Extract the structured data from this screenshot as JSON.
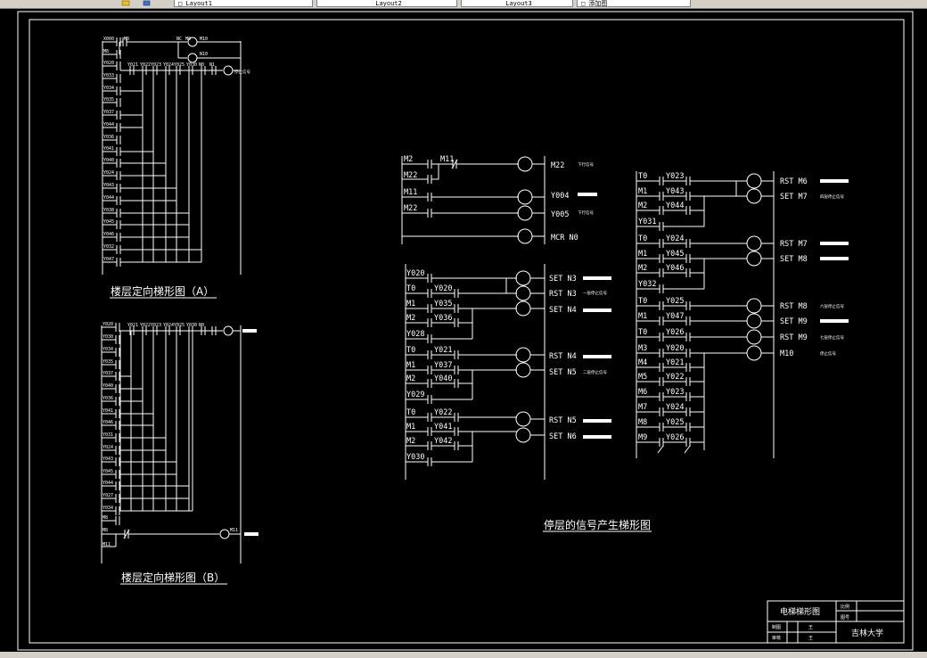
{
  "tabs": [
    {
      "label": "□ Layout1"
    },
    {
      "label": "Layout2"
    },
    {
      "label": "Layout3"
    },
    {
      "label": "□ 添加图"
    }
  ],
  "captions": {
    "diagram_a": "楼层定向梯形图（A）",
    "diagram_b": "楼层定向梯形图（B）",
    "diagram_c": "停层的信号产生梯形图"
  },
  "diagram_a": {
    "labels": [
      "X000",
      "M8",
      "Y020",
      "Y033",
      "Y034",
      "Y035",
      "Y037",
      "Y044",
      "Y036",
      "Y041",
      "Y040",
      "Y024",
      "Y043",
      "Y044",
      "Y038",
      "Y045",
      "Y046",
      "Y032",
      "Y047"
    ],
    "contacts": [
      "M3",
      "NC",
      "M0",
      "M10",
      "N10",
      "Y021",
      "Y022",
      "Y023",
      "Y024",
      "Y025",
      "Y030",
      "N0",
      "N1"
    ],
    "coil_note": "停止信号"
  },
  "diagram_b": {
    "labels": [
      "Y020",
      "Y030",
      "Y034",
      "Y035",
      "Y037",
      "Y040",
      "Y036",
      "Y041",
      "Y046",
      "Y031",
      "Y024",
      "Y043",
      "Y045",
      "Y044",
      "Y027",
      "Y034",
      "M8",
      "M11"
    ],
    "contacts": [
      "Y021",
      "Y022",
      "Y023",
      "Y024",
      "Y025",
      "Y030",
      "N0",
      "M8",
      "M11"
    ]
  },
  "ladder_mid": {
    "rung1": {
      "contacts": [
        "M2",
        "M22",
        "M11"
      ],
      "coil": "M22",
      "note": "下行信号"
    },
    "rung2": {
      "contact": "M11",
      "coil": "Y004"
    },
    "rung3": {
      "contact": "M22",
      "coil": "Y005",
      "note": "下行信号"
    },
    "rung4": {
      "coil": "MCR N0"
    },
    "block1": {
      "contacts": [
        "Y020",
        "T0",
        "Y020",
        "M1",
        "Y035",
        "M2",
        "Y036",
        "Y028"
      ],
      "coils": [
        "SET N3",
        "RST N3",
        "SET N4"
      ],
      "note": "一层停止信号"
    },
    "block2": {
      "contacts": [
        "T0",
        "Y021",
        "M1",
        "Y037",
        "M2",
        "Y040",
        "Y029"
      ],
      "coils": [
        "RST N4",
        "SET N5"
      ],
      "note": "二层停止信号"
    },
    "block3": {
      "contacts": [
        "T0",
        "Y022",
        "M1",
        "Y041",
        "M2",
        "Y042",
        "Y030"
      ],
      "coils": [
        "RST N5",
        "SET N6"
      ]
    }
  },
  "ladder_right": {
    "block1": {
      "contacts": [
        "T0",
        "Y023",
        "M1",
        "Y043",
        "M2",
        "Y044",
        "Y031"
      ],
      "coils": [
        "RST M6",
        "SET M7"
      ],
      "note": "四层停止信号"
    },
    "block2": {
      "contacts": [
        "T0",
        "Y024",
        "M1",
        "Y045",
        "M2",
        "Y046",
        "Y032"
      ],
      "coils": [
        "RST M7",
        "SET M8"
      ]
    },
    "block3": {
      "contacts": [
        "T0",
        "Y025",
        "M1",
        "Y047",
        "T0",
        "Y026",
        "M3",
        "Y020"
      ],
      "coils": [
        "RST M8",
        "SET M9",
        "RST M9",
        "M10"
      ],
      "notes": [
        "六层停止信号",
        "七层停止信号",
        "停止信号"
      ]
    },
    "block4": {
      "contacts": [
        "M4",
        "Y021",
        "M5",
        "Y022",
        "M6",
        "Y023",
        "M7",
        "Y024",
        "M8",
        "Y025",
        "M9",
        "Y026"
      ]
    }
  },
  "title_block": {
    "drawing_title": "电梯梯形图",
    "scale_label": "比例",
    "count_label": "图号",
    "drawn_label": "制图",
    "checked_label": "审核",
    "drawn_value": "王",
    "checked_value": "王",
    "institution": "吉林大学"
  },
  "colors": {
    "background": "#000000",
    "lines": "#ffffff",
    "chrome": "#d4d0c8"
  }
}
